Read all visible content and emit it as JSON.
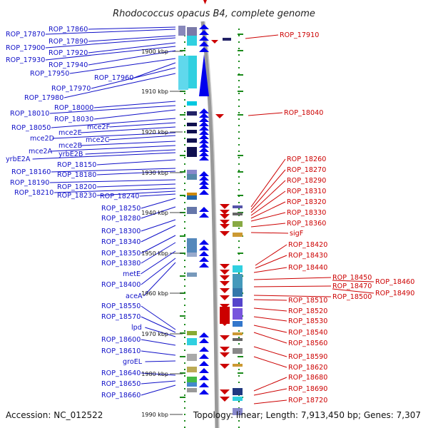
{
  "title": "Rhodococcus opacus B4, complete genome",
  "footer": {
    "accession": "Accession: NC_012522",
    "summary": "Topology: linear; Length: 7,913,450 bp; Genes: 7,307"
  },
  "colors": {
    "forward": "#1010c8",
    "reverse": "#cc0000",
    "backbone": "#999999",
    "tick": "#1a8a1a"
  },
  "scale_labels": [
    "1900 kbp",
    "1910 kbp",
    "1920 kbp",
    "1930 kbp",
    "1940 kbp",
    "1950 kbp",
    "1960 kbp",
    "1970 kbp",
    "1980 kbp",
    "1990 kbp"
  ],
  "left_labels": [
    "ROP_17860",
    "ROP_17870",
    "ROP_17890",
    "ROP_17900",
    "ROP_17920",
    "ROP_17930",
    "ROP_17940",
    "ROP_17950",
    "ROP_17960",
    "ROP_17970",
    "ROP_17980",
    "ROP_18000",
    "ROP_18010",
    "ROP_18030",
    "ROP_18050",
    "mce2F",
    "mce2E",
    "mce2D",
    "mce2C",
    "mce2B",
    "mce2A",
    "yrbE2B",
    "yrbE2A",
    "ROP_18150",
    "ROP_18160",
    "ROP_18180",
    "ROP_18190",
    "ROP_18200",
    "ROP_18210",
    "ROP_18230",
    "ROP_18240",
    "ROP_18250",
    "ROP_18280",
    "ROP_18300",
    "ROP_18340",
    "ROP_18350",
    "ROP_18380",
    "metE",
    "ROP_18400",
    "aceA",
    "ROP_18550",
    "ROP_18570",
    "lpd",
    "ROP_18600",
    "ROP_18610",
    "groEL",
    "ROP_18640",
    "ROP_18650",
    "ROP_18660"
  ],
  "right_labels": [
    "ROP_17910",
    "ROP_18040",
    "ROP_18260",
    "ROP_18270",
    "ROP_18290",
    "ROP_18310",
    "ROP_18320",
    "ROP_18330",
    "ROP_18360",
    "sigF",
    "ROP_18420",
    "ROP_18430",
    "ROP_18440",
    "ROP_18450",
    "ROP_18460",
    "ROP_18470",
    "ROP_18490",
    "ROP_18500",
    "ROP_18510",
    "ROP_18520",
    "ROP_18530",
    "ROP_18540",
    "ROP_18560",
    "ROP_18590",
    "ROP_18620",
    "ROP_18680",
    "ROP_18690",
    "ROP_18720"
  ]
}
